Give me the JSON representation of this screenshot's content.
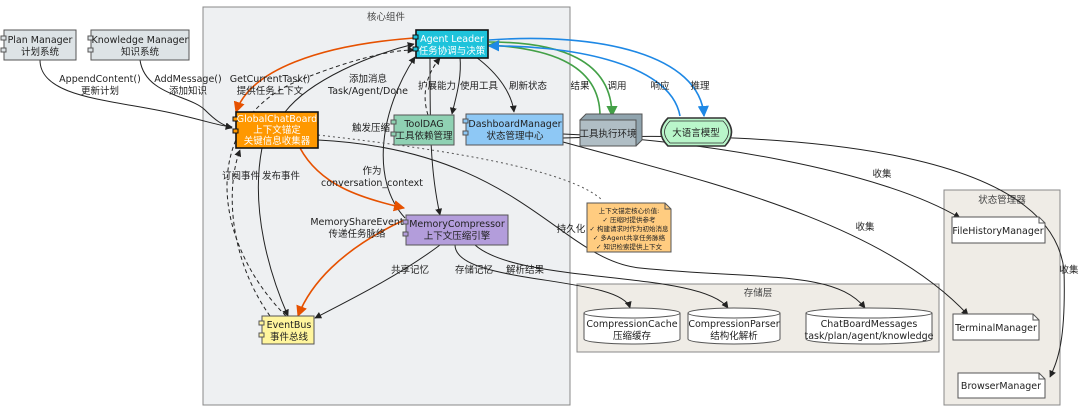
{
  "packages": {
    "core": "核心组件",
    "state": "状态管理器",
    "storage": "存储层"
  },
  "nodes": {
    "plan_manager": [
      "Plan Manager",
      "计划系统"
    ],
    "knowledge_manager": [
      "Knowledge Manager",
      "知识系统"
    ],
    "agent_leader": [
      "Agent Leader",
      "任务协调与决策"
    ],
    "global_chatboard": [
      "GlobalChatBoard",
      "上下文锚定",
      "关键信息收集器"
    ],
    "tooldag": [
      "ToolDAG",
      "工具依赖管理"
    ],
    "dashboard_manager": [
      "DashboardManager",
      "状态管理中心"
    ],
    "tool_env": "工具执行环境",
    "llm": "大语言模型",
    "memory_compressor": [
      "MemoryCompressor",
      "上下文压缩引擎"
    ],
    "eventbus": [
      "EventBus",
      "事件总线"
    ],
    "file_history_manager": "FileHistoryManager",
    "terminal_manager": "TerminalManager",
    "browser_manager": "BrowserManager",
    "compression_cache": [
      "CompressionCache",
      "压缩缓存"
    ],
    "compression_parser": [
      "CompressionParser",
      "结构化解析"
    ],
    "chatboard_messages": [
      "ChatBoardMessages",
      "task/plan/agent/knowledge"
    ]
  },
  "note": {
    "title": "上下文锚定核心价值:",
    "items": [
      "✓ 压缩时提供参考",
      "✓ 构建请求时作为初始消息",
      "✓ 多Agent共享任务脉络",
      "✓ 知识检索提供上下文"
    ]
  },
  "edge_labels": {
    "append_content": [
      "AppendContent()",
      "更新计划"
    ],
    "add_message": [
      "AddMessage()",
      "添加知识"
    ],
    "get_current_task": [
      "GetCurrentTask()",
      "提供任务上下文"
    ],
    "add_msg": [
      "添加消息",
      "Task/Agent/Done"
    ],
    "expand_ability": "扩展能力",
    "use_tool": "使用工具",
    "refresh_state": "刷新状态",
    "result": "结果",
    "call": "调用",
    "response": "响应",
    "reasoning": "推理",
    "trigger_compress": "触发压缩",
    "as_conversation": [
      "作为",
      "conversation_context"
    ],
    "subscribe_event": "订阅事件",
    "publish_event": "发布事件",
    "memory_share": [
      "MemoryShareEvent",
      "传递任务脉络"
    ],
    "shared_memory": "共享记忆",
    "store_memory": "存储记忆",
    "parse_result": "解析结果",
    "persist": "持久化",
    "collect1": "收集",
    "collect2": "收集",
    "collect3": "收集"
  },
  "colors": {
    "agent_leader": "#1ec3db",
    "global_chatboard": "#ff9800",
    "tooldag": "#8fd1b3",
    "dashboard_manager": "#8ec8f5",
    "tool_env": "#b0bec5",
    "llm": "#b9f6ca",
    "memory_compressor": "#b39ddb",
    "eventbus": "#fff59d",
    "note": "#ffcc80",
    "edge_orange": "#e65100",
    "edge_green": "#43a047",
    "edge_blue": "#1e88e5"
  }
}
